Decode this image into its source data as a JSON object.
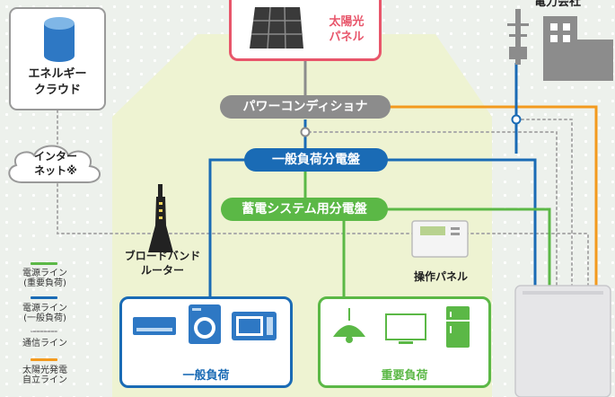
{
  "nodes": {
    "energy_cloud": "エネルギー\nクラウド",
    "internet": "インター\nネット※",
    "solar_panel": "太陽光\nパネル",
    "power_company": "電力会社",
    "power_conditioner": "パワーコンディショナ",
    "general_board": "一般負荷分電盤",
    "storage_board": "蓄電システム用分電盤",
    "router": "ブロードバンド\nルーター",
    "control_panel": "操作パネル",
    "general_load": "一般負荷",
    "important_load": "重要負荷"
  },
  "legend": [
    {
      "label": "電源ライン\n(重要負荷)",
      "color": "#5bb846",
      "style": "solid"
    },
    {
      "label": "電源ライン\n(一般負荷)",
      "color": "#1a6bb5",
      "style": "solid"
    },
    {
      "label": "通信ライン",
      "color": "#aaaaaa",
      "style": "dotted"
    },
    {
      "label": "太陽光発電\n自立ライン",
      "color": "#f39a1e",
      "style": "solid"
    }
  ],
  "colors": {
    "important_power": "#5bb846",
    "general_power": "#1a6bb5",
    "communication": "#aaaaaa",
    "solar_independent": "#f39a1e",
    "solar_accent": "#e8566b",
    "conditioner": "#8c8c8c"
  },
  "icons": {
    "energy_cloud": "database-cylinder-icon",
    "internet": "cloud-icon",
    "solar_panel": "solar-panel-icon",
    "power_company": "utility-pole-building-icon",
    "router": "broadband-tower-icon",
    "control_panel": "control-panel-device-icon",
    "storage_unit": "storage-battery-unit-icon",
    "general_load": [
      "air-conditioner-icon",
      "washing-machine-icon",
      "microwave-icon"
    ],
    "important_load": [
      "pendant-lamp-icon",
      "television-icon",
      "refrigerator-icon"
    ]
  }
}
